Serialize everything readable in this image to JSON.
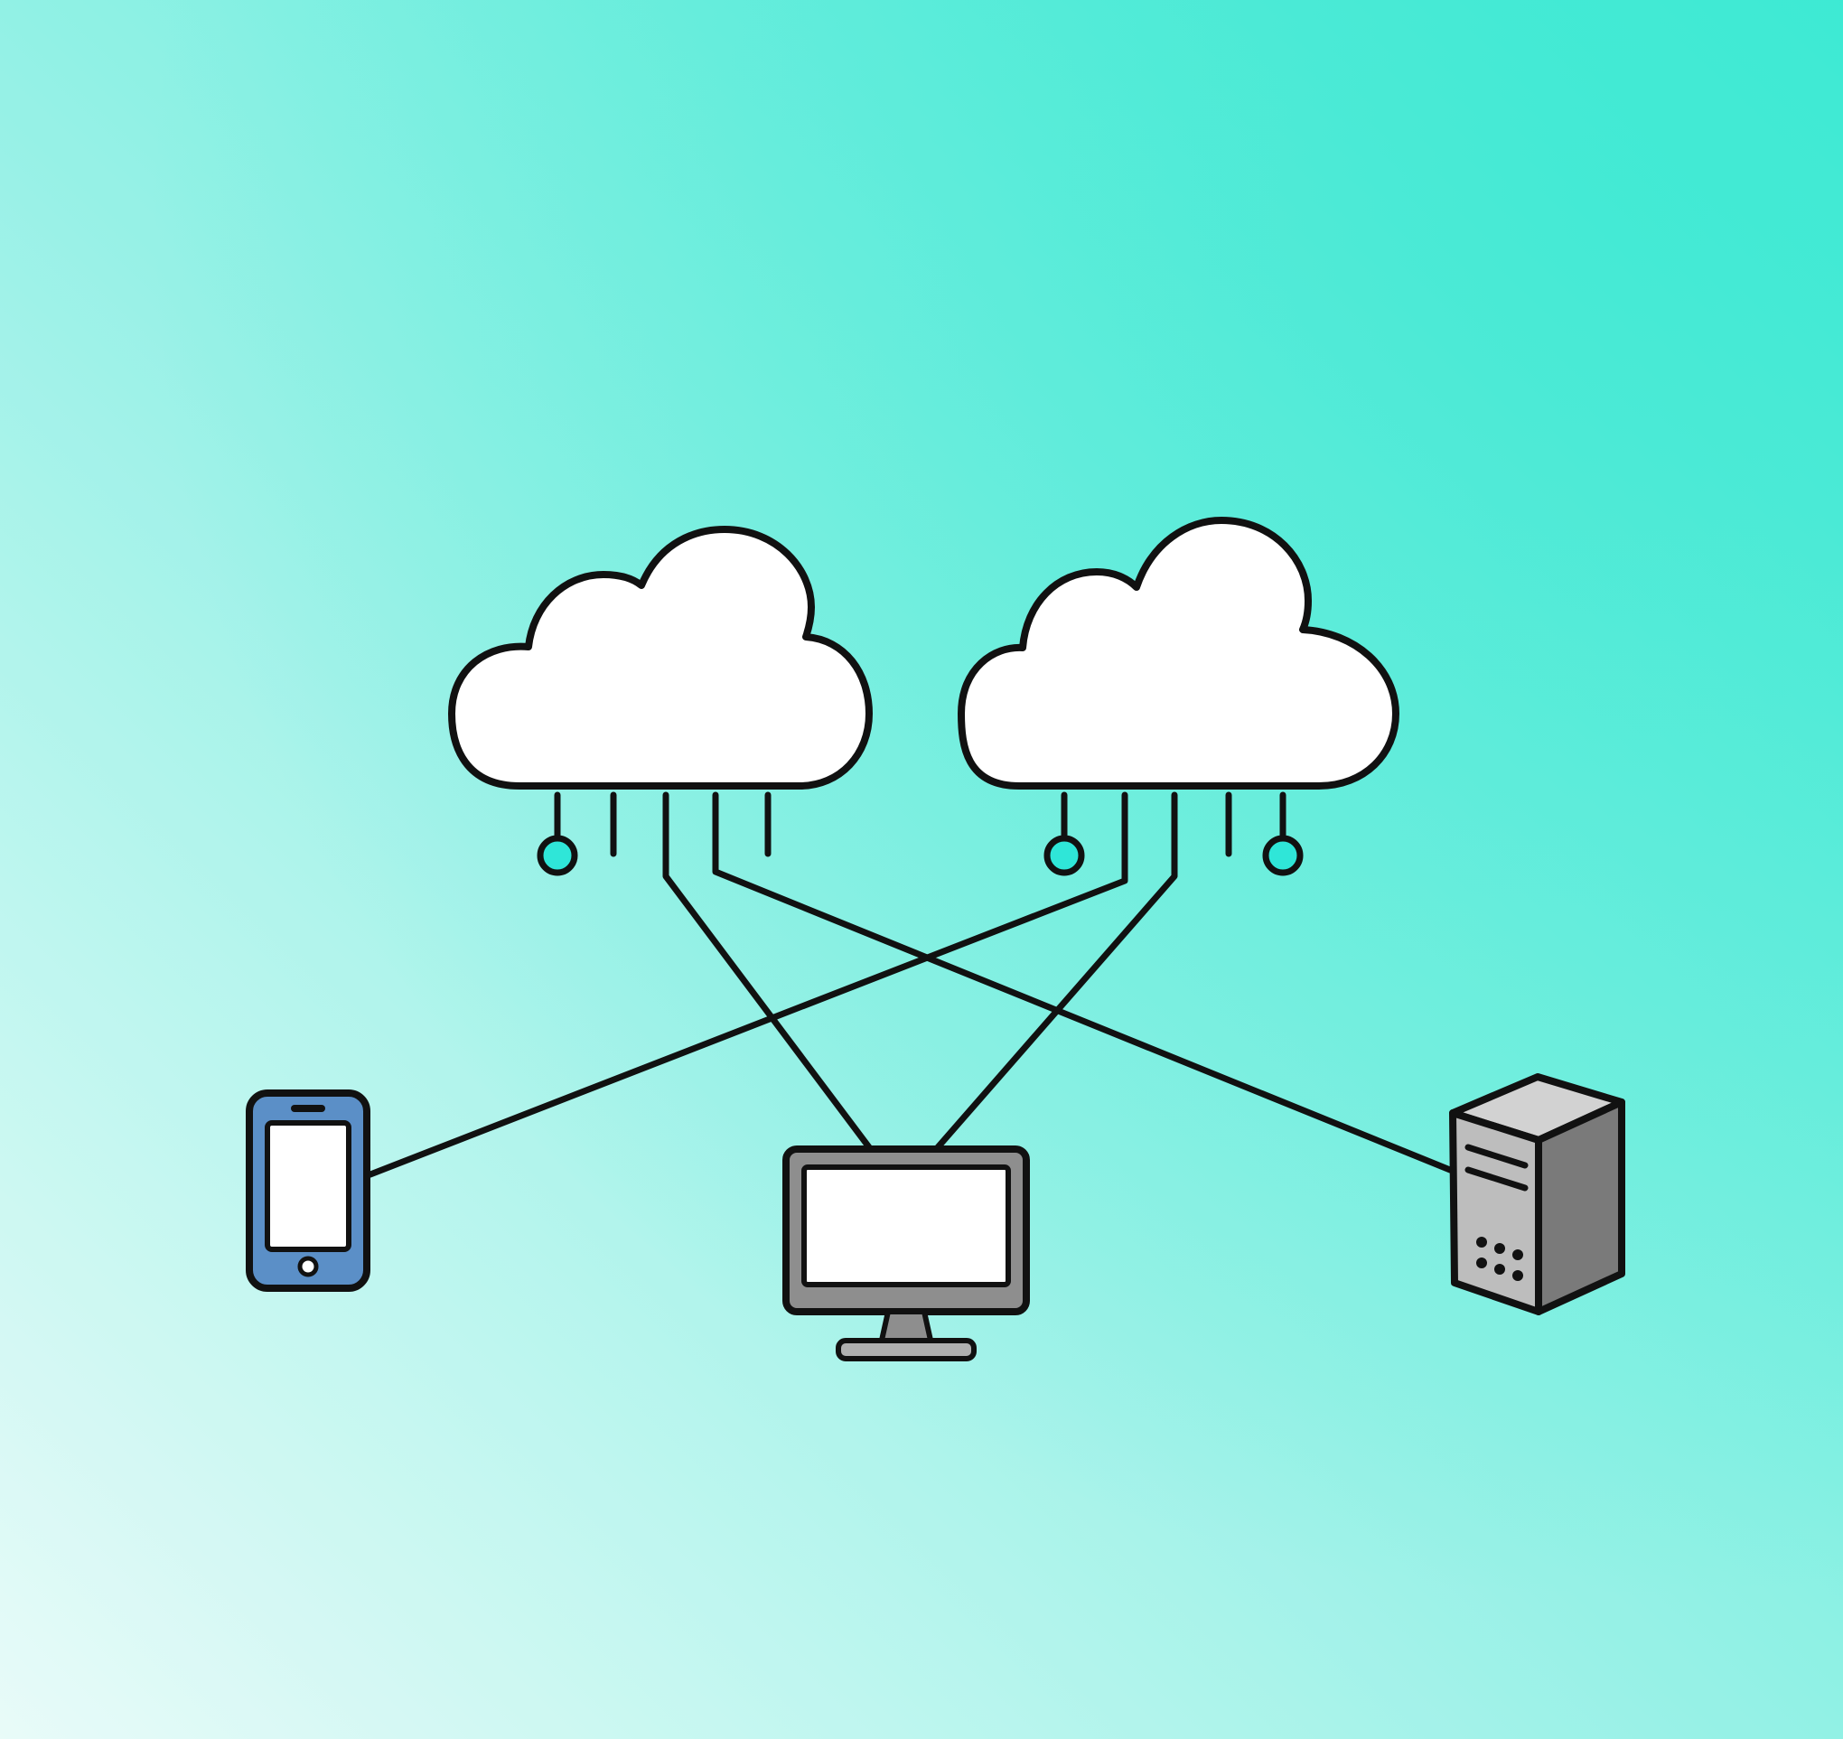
{
  "diagram": {
    "colors": {
      "background_light": "#e6fbf8",
      "background_mid": "#8cf0e4",
      "background_accent": "#26e8cf",
      "outline": "#111111",
      "cloud_fill": "#ffffff",
      "port_fill": "#2fe6d8",
      "phone_body": "#5b8fc7",
      "monitor_frame": "#8e8e8e",
      "tower_front": "#bdbdbd",
      "tower_side": "#7a7a7a",
      "screen_fill": "#ffffff"
    },
    "nodes": [
      {
        "id": "cloud-left",
        "kind": "cloud",
        "icon": "cloud-icon"
      },
      {
        "id": "cloud-right",
        "kind": "cloud",
        "icon": "cloud-icon"
      },
      {
        "id": "phone",
        "kind": "device",
        "icon": "smartphone-icon"
      },
      {
        "id": "desktop",
        "kind": "device",
        "icon": "monitor-icon"
      },
      {
        "id": "server",
        "kind": "device",
        "icon": "server-tower-icon"
      }
    ],
    "edges": [
      {
        "from": "cloud-left",
        "to": "desktop"
      },
      {
        "from": "cloud-left",
        "to": "server"
      },
      {
        "from": "cloud-right",
        "to": "phone"
      },
      {
        "from": "cloud-right",
        "to": "desktop"
      }
    ]
  }
}
